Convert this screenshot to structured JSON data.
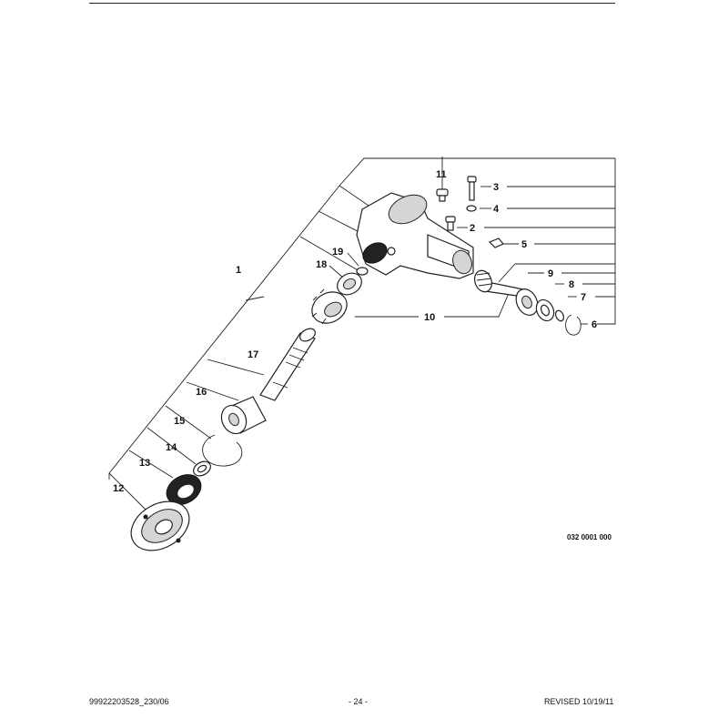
{
  "diagram": {
    "drawing_code": "032 0001 000",
    "callouts": [
      {
        "id": "1",
        "label": "1"
      },
      {
        "id": "2",
        "label": "2"
      },
      {
        "id": "3",
        "label": "3"
      },
      {
        "id": "4",
        "label": "4"
      },
      {
        "id": "5",
        "label": "5"
      },
      {
        "id": "6",
        "label": "6"
      },
      {
        "id": "7",
        "label": "7"
      },
      {
        "id": "8",
        "label": "8"
      },
      {
        "id": "9",
        "label": "9"
      },
      {
        "id": "10",
        "label": "10"
      },
      {
        "id": "11",
        "label": "11"
      },
      {
        "id": "12",
        "label": "12"
      },
      {
        "id": "13",
        "label": "13"
      },
      {
        "id": "14",
        "label": "14"
      },
      {
        "id": "15",
        "label": "15"
      },
      {
        "id": "16",
        "label": "16"
      },
      {
        "id": "17",
        "label": "17"
      },
      {
        "id": "18",
        "label": "18"
      },
      {
        "id": "19",
        "label": "19"
      }
    ]
  },
  "footer": {
    "left": "99922203528_230/06",
    "center": "- 24 -",
    "right": "REVISED 10/19/11"
  }
}
